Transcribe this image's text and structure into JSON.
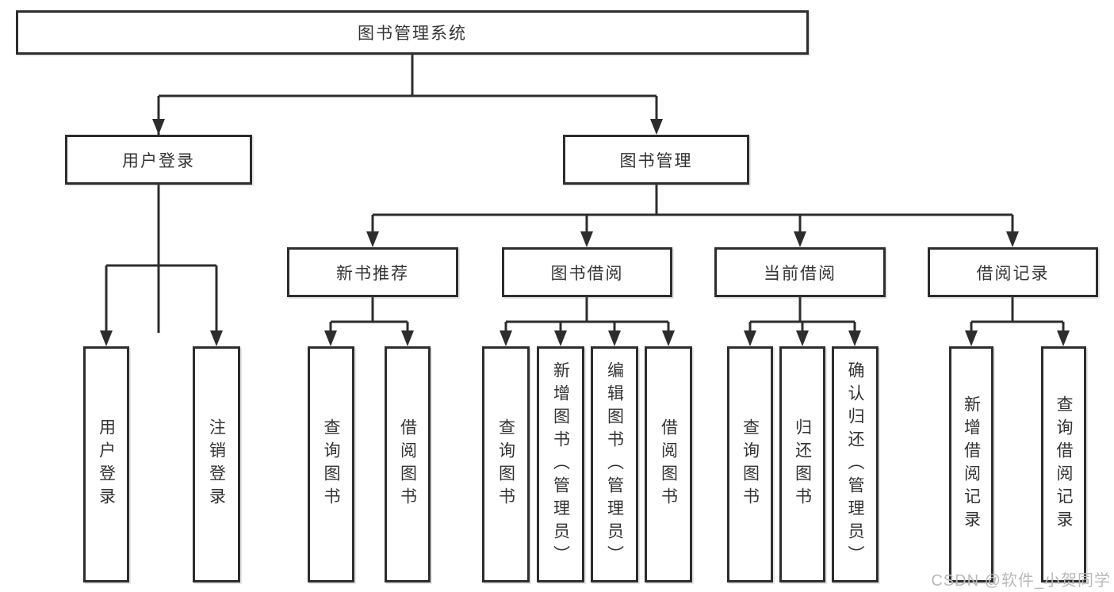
{
  "colors": {
    "line": "#2d2d2d",
    "box_border": "#2d2d2d",
    "box_fill": "#ffffff",
    "text": "#333333",
    "watermark_text": "#b9b9b9"
  },
  "tree": {
    "root": "图书管理系统",
    "children": [
      {
        "label": "用户登录",
        "children": [
          {
            "label": "用户登录"
          },
          {
            "label": "注销登录"
          }
        ]
      },
      {
        "label": "图书管理",
        "children": [
          {
            "label": "新书推荐",
            "children": [
              {
                "label": "查询图书"
              },
              {
                "label": "借阅图书"
              }
            ]
          },
          {
            "label": "图书借阅",
            "children": [
              {
                "label": "查询图书"
              },
              {
                "label": "新增图书（管理员）"
              },
              {
                "label": "编辑图书（管理员）"
              },
              {
                "label": "借阅图书"
              }
            ]
          },
          {
            "label": "当前借阅",
            "children": [
              {
                "label": "查询图书"
              },
              {
                "label": "归还图书"
              },
              {
                "label": "确认归还（管理员）"
              }
            ]
          },
          {
            "label": "借阅记录",
            "children": [
              {
                "label": "新增借阅记录"
              },
              {
                "label": "查询借阅记录"
              }
            ]
          }
        ]
      }
    ]
  },
  "watermark": {
    "text": "CSDN @软件_小贺同学"
  }
}
